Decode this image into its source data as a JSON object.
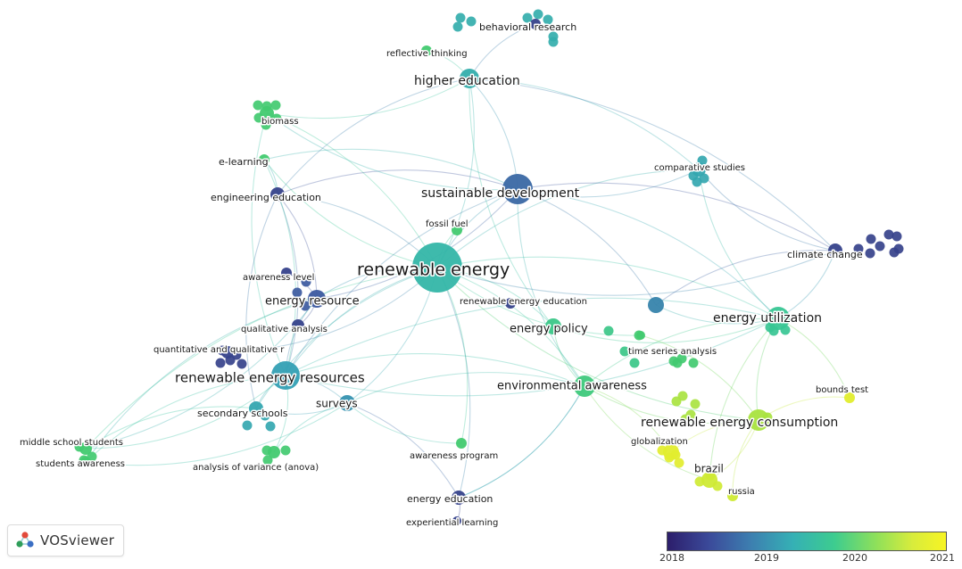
{
  "app": {
    "name": "VOSviewer"
  },
  "legend": {
    "years": [
      "2018",
      "2019",
      "2020",
      "2021"
    ]
  },
  "colors": {
    "2018": "#3a2e8e",
    "2019": "#34a7b8",
    "2020": "#47cc6a",
    "2021": "#f2f12a",
    "link": "#5fb8c4"
  },
  "nodes": [
    {
      "id": "renewable_energy",
      "label": "renewable energy",
      "year": 2019.3,
      "weight": 5
    },
    {
      "id": "sustainable_development",
      "label": "sustainable development",
      "year": 2018.6,
      "weight": 4
    },
    {
      "id": "higher_education",
      "label": "higher education",
      "year": 2019.2,
      "weight": 3
    },
    {
      "id": "energy_utilization",
      "label": "energy utilization",
      "year": 2019.6,
      "weight": 3
    },
    {
      "id": "renewable_energy_resources",
      "label": "renewable energy resources",
      "year": 2019.0,
      "weight": 4
    },
    {
      "id": "environmental_awareness",
      "label": "environmental awareness",
      "year": 2019.8,
      "weight": 3
    },
    {
      "id": "renewable_energy_consumption",
      "label": "renewable energy consumption",
      "year": 2020.6,
      "weight": 3
    },
    {
      "id": "energy_policy",
      "label": "energy policy",
      "year": 2019.7,
      "weight": 2
    },
    {
      "id": "energy_resource",
      "label": "energy resource",
      "year": 2018.5,
      "weight": 2
    },
    {
      "id": "surveys",
      "label": "surveys",
      "year": 2018.9,
      "weight": 2
    },
    {
      "id": "climate_change",
      "label": "climate change",
      "year": 2018.3,
      "weight": 2
    },
    {
      "id": "comparative_studies",
      "label": "comparative studies",
      "year": 2019.1,
      "weight": 2
    },
    {
      "id": "behavioral_research",
      "label": "behavioral research",
      "year": 2018.3,
      "weight": 1
    },
    {
      "id": "reflective_thinking",
      "label": "reflective thinking",
      "year": 2019.9,
      "weight": 1
    },
    {
      "id": "biomass",
      "label": "biomass",
      "year": 2019.9,
      "weight": 2
    },
    {
      "id": "e_learning",
      "label": "e-learning",
      "year": 2019.9,
      "weight": 1
    },
    {
      "id": "engineering_education",
      "label": "engineering education",
      "year": 2018.3,
      "weight": 2
    },
    {
      "id": "fossil_fuel",
      "label": "fossil fuel",
      "year": 2019.9,
      "weight": 1
    },
    {
      "id": "awareness_level",
      "label": "awareness level",
      "year": 2018.3,
      "weight": 1
    },
    {
      "id": "renewable_energy_education",
      "label": "renewable energy education",
      "year": 2018.3,
      "weight": 1
    },
    {
      "id": "qualitative_analysis",
      "label": "qualitative analysis",
      "year": 2018.3,
      "weight": 1
    },
    {
      "id": "quantitative_qualitative",
      "label": "quantitative and qualitative r",
      "year": 2018.3,
      "weight": 2
    },
    {
      "id": "time_series_analysis",
      "label": "time series analysis",
      "year": 2019.9,
      "weight": 1
    },
    {
      "id": "bounds_test",
      "label": "bounds test",
      "year": 2020.9,
      "weight": 1
    },
    {
      "id": "secondary_schools",
      "label": "secondary schools",
      "year": 2019.1,
      "weight": 2
    },
    {
      "id": "middle_school_students",
      "label": "middle school students",
      "year": 2019.9,
      "weight": 1
    },
    {
      "id": "students_awareness",
      "label": "students awareness",
      "year": 2019.9,
      "weight": 1
    },
    {
      "id": "analysis_of_variance",
      "label": "analysis of variance (anova)",
      "year": 2019.9,
      "weight": 1
    },
    {
      "id": "awareness_program",
      "label": "awareness program",
      "year": 2019.9,
      "weight": 1
    },
    {
      "id": "energy_education",
      "label": "energy education",
      "year": 2018.3,
      "weight": 2
    },
    {
      "id": "experiential_learning",
      "label": "experiential learning",
      "year": 2018.3,
      "weight": 1
    },
    {
      "id": "globalization",
      "label": "globalization",
      "year": 2020.9,
      "weight": 2
    },
    {
      "id": "brazil",
      "label": "brazil",
      "year": 2020.8,
      "weight": 2
    },
    {
      "id": "russia",
      "label": "russia",
      "year": 2020.8,
      "weight": 1
    },
    {
      "id": "unlabeled_node",
      "label": "",
      "year": 2018.8,
      "weight": 1
    }
  ]
}
